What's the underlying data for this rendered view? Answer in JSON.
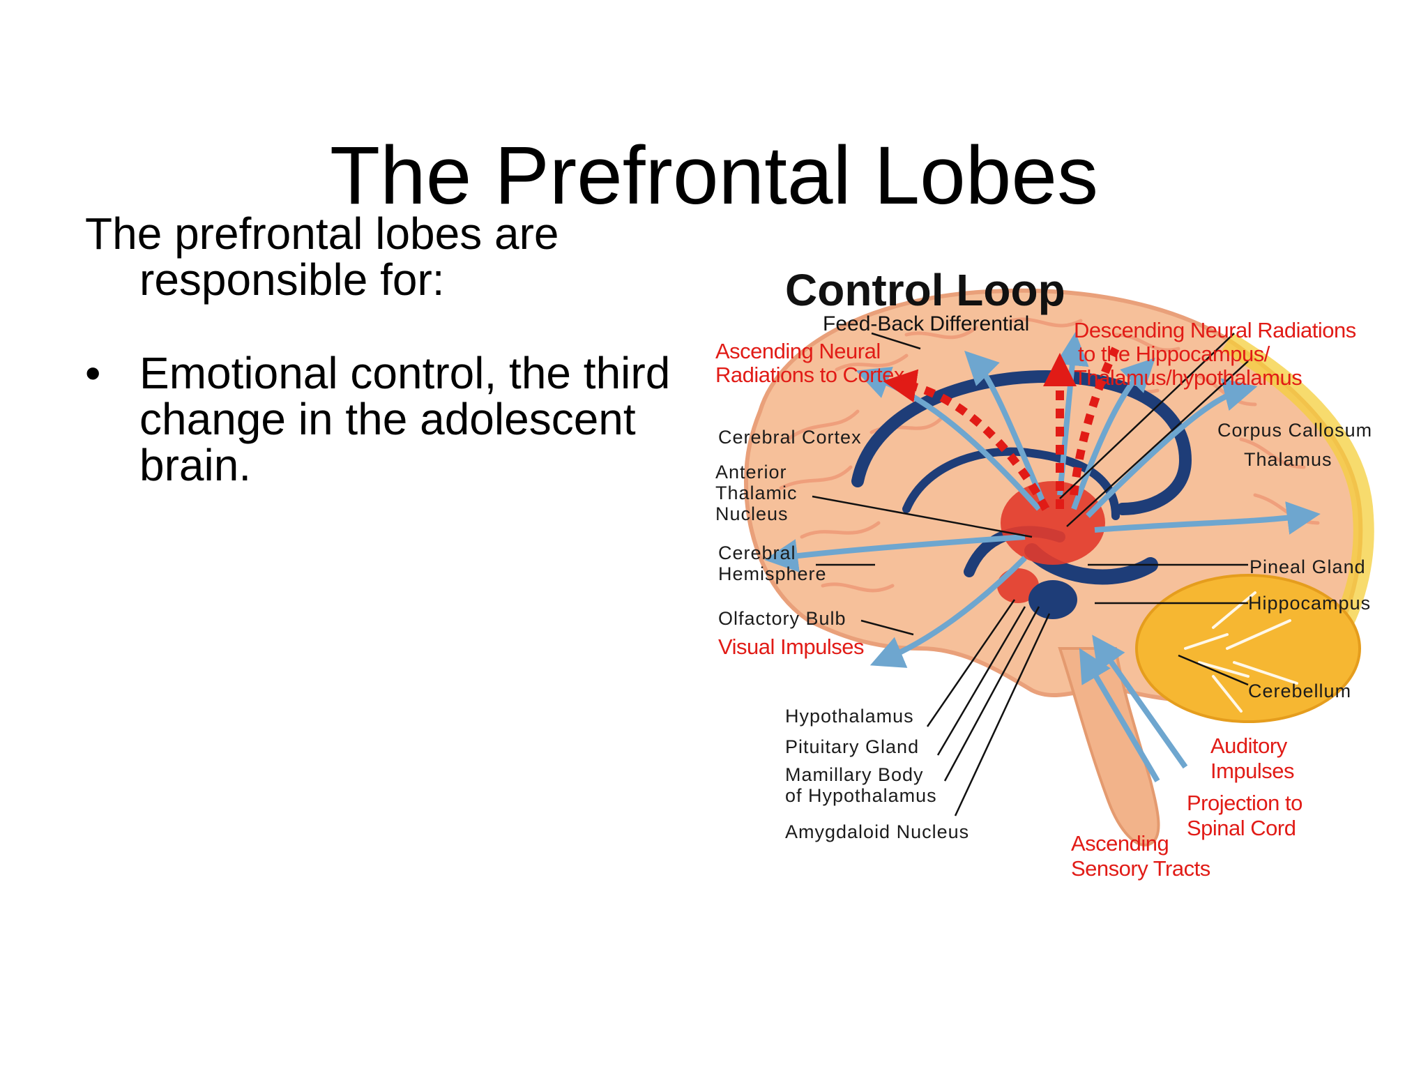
{
  "slide": {
    "title": "The Prefrontal Lobes",
    "intro": "The prefrontal lobes are responsible for:",
    "bullet_mark": "•",
    "bullets": [
      "Emotional control, the third change in the adolescent brain."
    ]
  },
  "diagram": {
    "title": "Control Loop",
    "subtitle": "Feed-Back Differential",
    "red_labels": {
      "ascending_neural": [
        "Ascending Neural",
        "Radiations to Cortex"
      ],
      "descending_neural": [
        "Descending Neural Radiations",
        "to the Hippocampus/",
        "Thalamus/hypothalamus"
      ],
      "visual": "Visual Impulses",
      "auditory": [
        "Auditory",
        "Impulses"
      ],
      "projection": [
        "Projection to",
        "Spinal Cord"
      ],
      "ascending_sensory": [
        "Ascending",
        "Sensory Tracts"
      ]
    },
    "labels": {
      "cerebral_cortex": "Cerebral Cortex",
      "anterior_thalamic": [
        "Anterior",
        "Thalamic",
        "Nucleus"
      ],
      "cerebral_hemisphere": [
        "Cerebral",
        "Hemisphere"
      ],
      "olfactory_bulb": "Olfactory Bulb",
      "corpus_callosum": "Corpus Callosum",
      "thalamus": "Thalamus",
      "pineal_gland": "Pineal Gland",
      "hippocampus": "Hippocampus",
      "cerebellum": "Cerebellum",
      "hypothalamus": "Hypothalamus",
      "pituitary_gland": "Pituitary Gland",
      "mamillary_body": [
        "Mamillary Body",
        "of Hypothalamus"
      ],
      "amygdaloid_nucleus": "Amygdaloid Nucleus"
    },
    "colors": {
      "brain_fill": "#f6c09a",
      "gyri": "#ef9f7c",
      "cerebellum": "#f6b732",
      "limbic": "#1e3d78",
      "arrows_blue": "#6ea6cf",
      "arrows_red": "#e11b16"
    }
  }
}
